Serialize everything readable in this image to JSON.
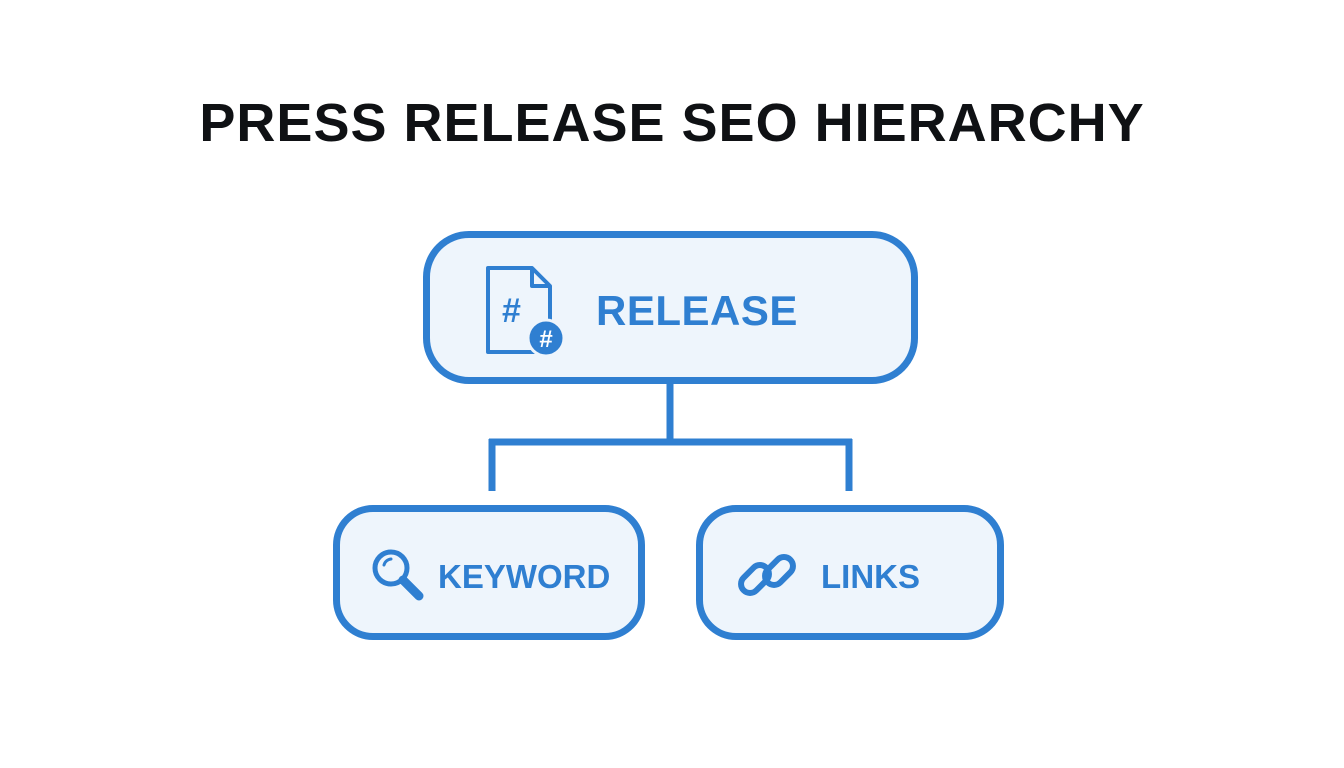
{
  "title": "PRESS RELEASE SEO HIERARCHY",
  "accent_color": "#2f7fd1",
  "node_fill": "#eef5fc",
  "nodes": {
    "root": {
      "label": "RELEASE",
      "icon": "hashtag-document-icon"
    },
    "children": [
      {
        "label": "KEYWORD",
        "icon": "magnifier-icon"
      },
      {
        "label": "LINKS",
        "icon": "chain-link-icon"
      }
    ]
  }
}
